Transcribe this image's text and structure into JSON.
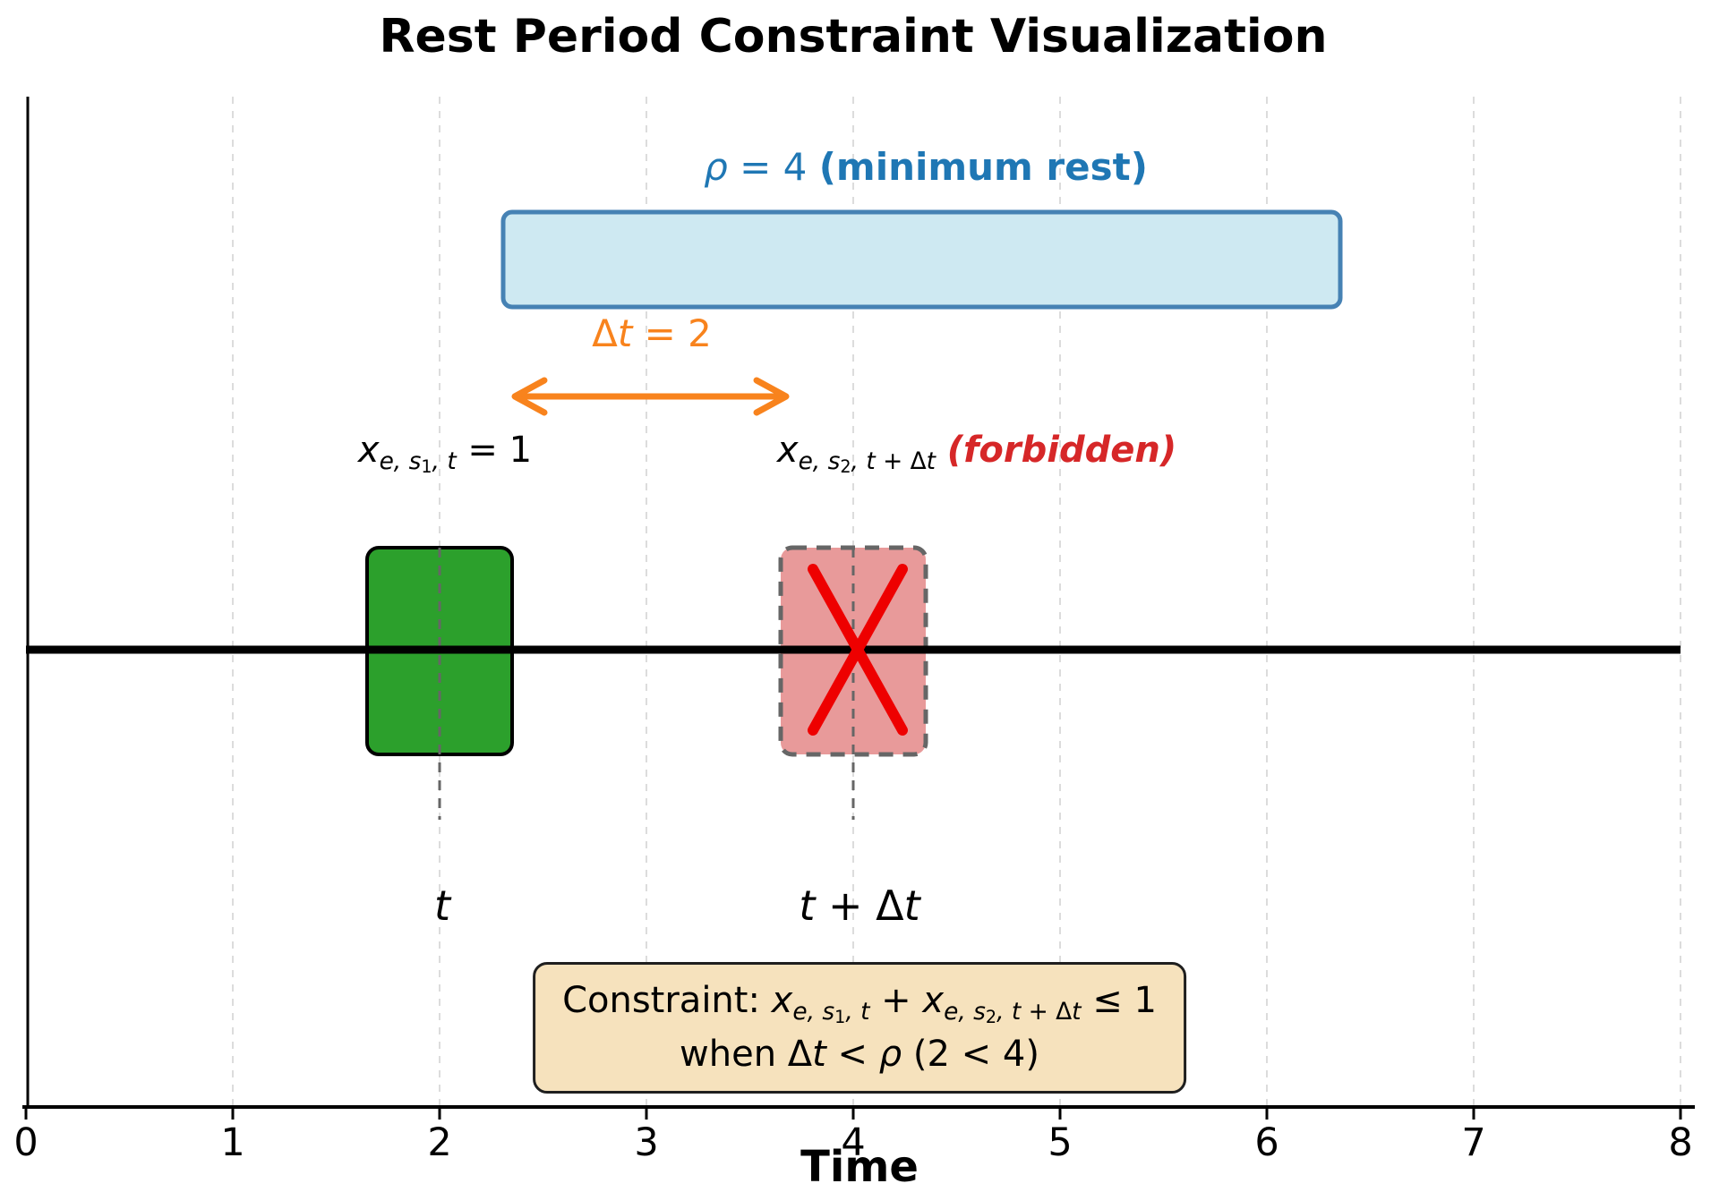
{
  "title": "Rest Period Constraint Visualization",
  "colors": {
    "accent_blue": "#1f77b4",
    "rest_fill": "#cee9f2",
    "rest_border": "#4682b4",
    "orange": "#f8831d",
    "shift_green": "#2ca02c",
    "forbidden_fill": "#e89a9a",
    "forbidden_border": "#666666",
    "red_x": "#ee0000",
    "forbidden_text": "#d62728",
    "constraint_fill": "#f6e2bd",
    "gridline": "#dcdcdc"
  },
  "annotations": {
    "rho_label": {
      "segments": [
        {
          "t": "ρ",
          "c": "it"
        },
        {
          "t": " = 4 ",
          "c": ""
        },
        {
          "t": "(minimum rest)",
          "c": "b"
        }
      ]
    },
    "dt_label": {
      "segments": [
        {
          "t": "Δ",
          "c": ""
        },
        {
          "t": "t",
          "c": "it"
        },
        {
          "t": " = 2",
          "c": ""
        }
      ]
    },
    "x1_label": {
      "segments": [
        {
          "t": "x",
          "c": "it"
        },
        {
          "t": "e, s",
          "c": "it sub"
        },
        {
          "t": "1",
          "c": "sub2"
        },
        {
          "t": ", t",
          "c": "it sub"
        },
        {
          "t": " = 1",
          "c": ""
        }
      ]
    },
    "x2_label": {
      "segments": [
        {
          "t": "x",
          "c": "it"
        },
        {
          "t": "e, s",
          "c": "it sub"
        },
        {
          "t": "2",
          "c": "sub2"
        },
        {
          "t": ", t + ",
          "c": "it sub"
        },
        {
          "t": "Δ",
          "c": "sub"
        },
        {
          "t": "t",
          "c": "it sub"
        },
        {
          "t": "  ",
          "c": ""
        },
        {
          "t": "(forbidden)",
          "c": "b it red"
        }
      ]
    },
    "t_label": {
      "segments": [
        {
          "t": "t",
          "c": "it"
        }
      ]
    },
    "tdt_label": {
      "segments": [
        {
          "t": "t",
          "c": "it"
        },
        {
          "t": " + Δ",
          "c": ""
        },
        {
          "t": "t",
          "c": "it"
        }
      ]
    }
  },
  "constraint_box": {
    "line1": {
      "segments": [
        {
          "t": "Constraint: ",
          "c": ""
        },
        {
          "t": "x",
          "c": "it"
        },
        {
          "t": "e, s",
          "c": "it sub"
        },
        {
          "t": "1",
          "c": "sub2"
        },
        {
          "t": ", t",
          "c": "it sub"
        },
        {
          "t": " + ",
          "c": ""
        },
        {
          "t": "x",
          "c": "it"
        },
        {
          "t": "e, s",
          "c": "it sub"
        },
        {
          "t": "2",
          "c": "sub2"
        },
        {
          "t": ", t + ",
          "c": "it sub"
        },
        {
          "t": "Δ",
          "c": "sub"
        },
        {
          "t": "t",
          "c": "it sub"
        },
        {
          "t": " ≤ 1",
          "c": ""
        }
      ]
    },
    "line2": {
      "segments": [
        {
          "t": "when Δ",
          "c": ""
        },
        {
          "t": "t",
          "c": "it"
        },
        {
          "t": " < ",
          "c": ""
        },
        {
          "t": "ρ",
          "c": "it"
        },
        {
          "t": " (2 < 4)",
          "c": ""
        }
      ]
    }
  },
  "axis": {
    "ticks": [
      "0",
      "1",
      "2",
      "3",
      "4",
      "5",
      "6",
      "7",
      "8"
    ],
    "label": "Time"
  },
  "chart_data": {
    "type": "timeline",
    "title": "Rest Period Constraint Visualization",
    "xlabel": "Time",
    "xlim": [
      0,
      8
    ],
    "xticks": [
      0,
      1,
      2,
      3,
      4,
      5,
      6,
      7,
      8
    ],
    "grid": true,
    "elements": {
      "shift_assigned": {
        "label": "x_{e,s1,t} = 1",
        "center_time": 2,
        "span": [
          1.65,
          2.35
        ],
        "marker": "t",
        "color": "#2ca02c"
      },
      "shift_forbidden": {
        "label": "x_{e,s2,t+Δt} (forbidden)",
        "center_time": 4,
        "span": [
          3.65,
          4.35
        ],
        "marker": "t + Δt",
        "color": "#e89a9a",
        "crossed_out": true
      },
      "rest_period_bar": {
        "label": "ρ = 4 (minimum rest)",
        "rho": 4,
        "span": [
          2.35,
          6.35
        ],
        "color": "#cee9f2"
      },
      "delta_arrow": {
        "label": "Δt = 2",
        "delta_t": 2,
        "span": [
          2.35,
          3.65
        ],
        "color": "#f8831d"
      },
      "constraint_text": "Constraint: x_{e,s1,t} + x_{e,s2,t+Δt} ≤ 1 when Δt < ρ (2 < 4)"
    }
  }
}
